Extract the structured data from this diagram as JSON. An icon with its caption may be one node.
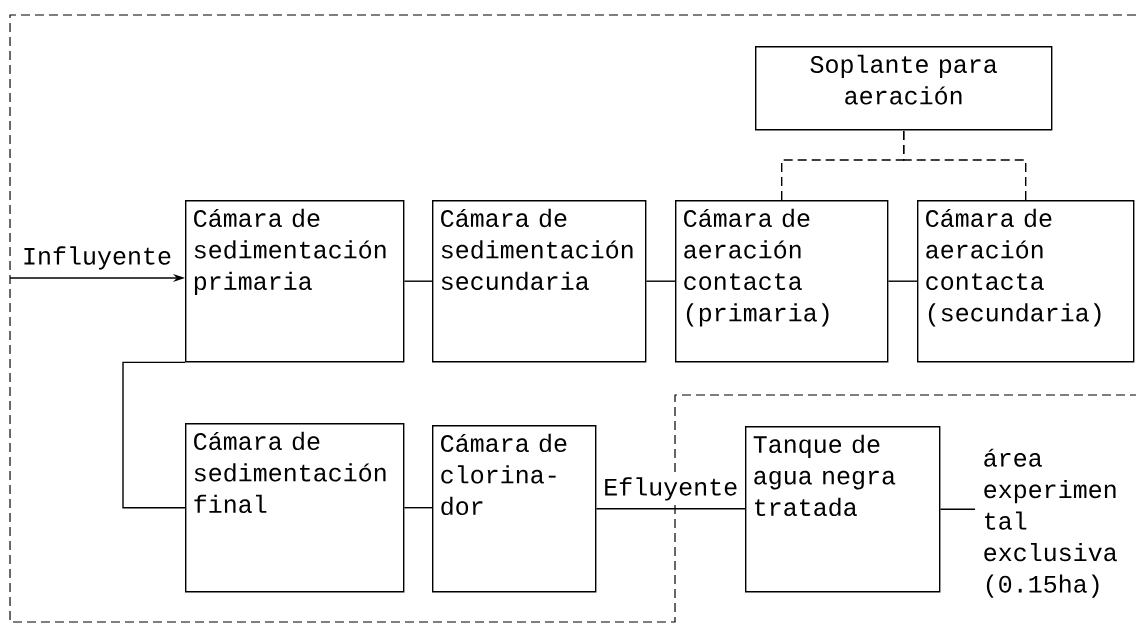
{
  "diagram": {
    "nodes": [
      {
        "text": [
          "Soplante para aeración"
        ]
      },
      {
        "text": [
          "Cámara de sedimentación primaria"
        ]
      },
      {
        "text": [
          "Cámara de sedimentación secundaria"
        ]
      },
      {
        "text": [
          "Cámara de aeración contacta (primaria)"
        ]
      },
      {
        "text": [
          "Cámara de aeración contacta (secundaria)"
        ]
      },
      {
        "text": [
          "Cámara de sedimentación final"
        ]
      },
      {
        "text": [
          "Cámara de clorina- dor"
        ]
      },
      {
        "text": [
          "Tanque de agua negra tratada"
        ]
      },
      {
        "text": [
          "área experimen tal exclusiva (0.15ha)"
        ]
      }
    ],
    "edges": [
      {
        "from": null,
        "to": 1,
        "arrow": "to",
        "label": "Influyente"
      },
      {
        "from": 1,
        "to": 2,
        "arrow": "none"
      },
      {
        "from": 2,
        "to": 3,
        "arrow": "none"
      },
      {
        "from": 3,
        "to": 4,
        "arrow": "none"
      },
      {
        "from": 0,
        "to": 3,
        "arrow": "none",
        "style": "dashed"
      },
      {
        "from": 0,
        "to": 4,
        "arrow": "none",
        "style": "dashed"
      },
      {
        "from": 1,
        "to": 5,
        "arrow": "none"
      },
      {
        "from": 5,
        "to": 6,
        "arrow": "none"
      },
      {
        "from": 6,
        "to": 7,
        "arrow": "none",
        "label": "Efluyente"
      },
      {
        "from": 7,
        "to": 8,
        "arrow": "none"
      }
    ]
  }
}
